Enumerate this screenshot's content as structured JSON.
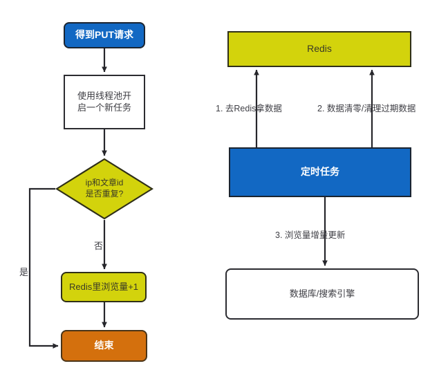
{
  "diagram": {
    "title": "",
    "colors": {
      "blue": "#1268c3",
      "yellow": "#d3d30c",
      "orange": "#d4700d",
      "white": "#ffffff",
      "line": "#26262b",
      "text_dark": "#3a3a26"
    },
    "left_flow": {
      "start_node": "得到PUT请求",
      "thread_pool_node": "使用线程池开\n启一个新任务",
      "decision_node": "ip和文章id\n是否重复?",
      "decision_no_label": "否",
      "decision_yes_label": "是",
      "redis_increment_node": "Redis里浏览量+1",
      "end_node": "结束"
    },
    "right_flow": {
      "redis_node": "Redis",
      "scheduled_task_node": "定时任务",
      "storage_node": "数据库/搜索引擎",
      "edge_1": "1. 去Redis拿数据",
      "edge_2": "2. 数据清零/清理过期数据",
      "edge_3": "3. 浏览量增量更新"
    }
  }
}
